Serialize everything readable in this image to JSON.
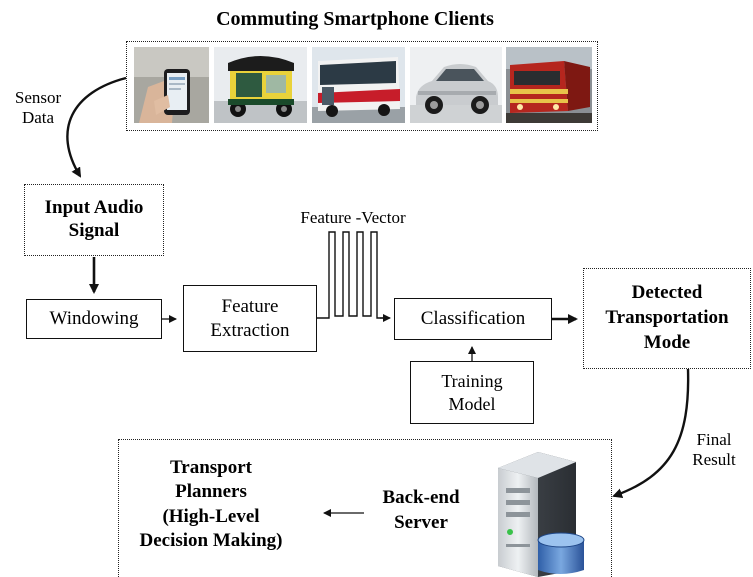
{
  "title": "Commuting Smartphone Clients",
  "clients": [
    {
      "name": "phone-photo",
      "icon": "smartphone-in-hand"
    },
    {
      "name": "auto-rickshaw-photo",
      "icon": "auto-rickshaw"
    },
    {
      "name": "bus-photo",
      "icon": "bus"
    },
    {
      "name": "car-photo",
      "icon": "car"
    },
    {
      "name": "train-photo",
      "icon": "train"
    }
  ],
  "sensor_label": [
    "Sensor",
    "Data"
  ],
  "input_box": [
    "Input Audio",
    "Signal"
  ],
  "windowing": "Windowing",
  "feature_extraction": [
    "Feature",
    "Extraction"
  ],
  "feature_vector_label": "Feature -Vector",
  "classification": "Classification",
  "training_model": [
    "Training",
    "Model"
  ],
  "detected_mode": [
    "Detected",
    "Transportation",
    "Mode"
  ],
  "final_result": [
    "Final",
    "Result"
  ],
  "backend": [
    "Back-end",
    "Server"
  ],
  "planners": [
    "Transport",
    "Planners",
    "(High-Level",
    "Decision Making)"
  ],
  "colors": {
    "line": "#111111",
    "dotted_border": "#222222"
  }
}
